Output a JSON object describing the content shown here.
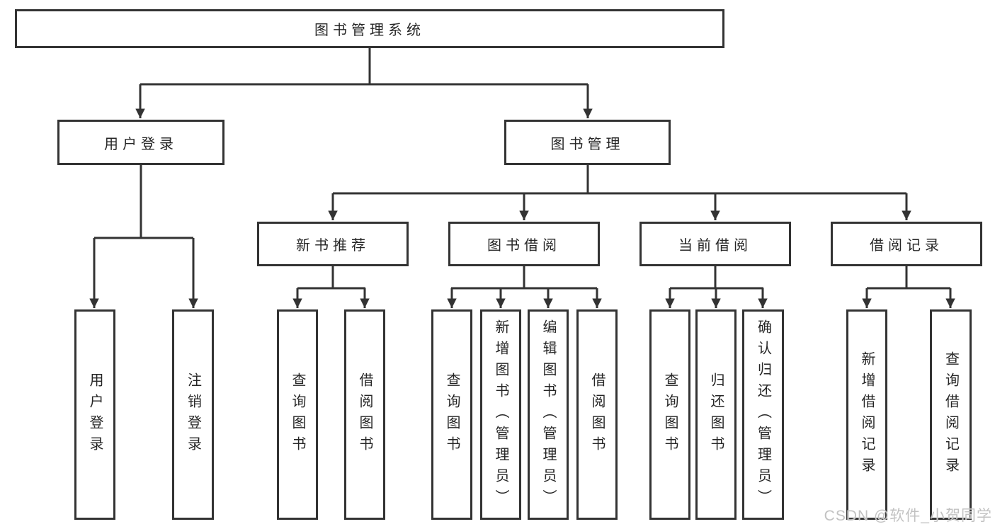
{
  "diagram": {
    "root": {
      "label": "图书管理系统"
    },
    "level2": [
      {
        "label": "用户登录"
      },
      {
        "label": "图书管理"
      }
    ],
    "level3": [
      {
        "label": "新书推荐",
        "parent": "图书管理"
      },
      {
        "label": "图书借阅",
        "parent": "图书管理"
      },
      {
        "label": "当前借阅",
        "parent": "图书管理"
      },
      {
        "label": "借阅记录",
        "parent": "图书管理"
      }
    ],
    "leaves": [
      {
        "label": "用户登录",
        "parent": "用户登录"
      },
      {
        "label": "注销登录",
        "parent": "用户登录"
      },
      {
        "label": "查询图书",
        "parent": "新书推荐"
      },
      {
        "label": "借阅图书",
        "parent": "新书推荐"
      },
      {
        "label": "查询图书",
        "parent": "图书借阅"
      },
      {
        "label": "新增图书（管理员）",
        "parent": "图书借阅"
      },
      {
        "label": "编辑图书（管理员）",
        "parent": "图书借阅"
      },
      {
        "label": "借阅图书",
        "parent": "图书借阅"
      },
      {
        "label": "查询图书",
        "parent": "当前借阅"
      },
      {
        "label": "归还图书",
        "parent": "当前借阅"
      },
      {
        "label": "确认归还（管理员）",
        "parent": "当前借阅"
      },
      {
        "label": "新增借阅记录",
        "parent": "借阅记录"
      },
      {
        "label": "查询借阅记录",
        "parent": "借阅记录"
      }
    ],
    "colors": {
      "line": "#333333",
      "text": "#262626",
      "box_background": "#ffffff",
      "watermark": "#c2c2c2",
      "background": "#ffffff"
    }
  },
  "watermark": {
    "text": "CSDN @软件_小贺同学"
  }
}
